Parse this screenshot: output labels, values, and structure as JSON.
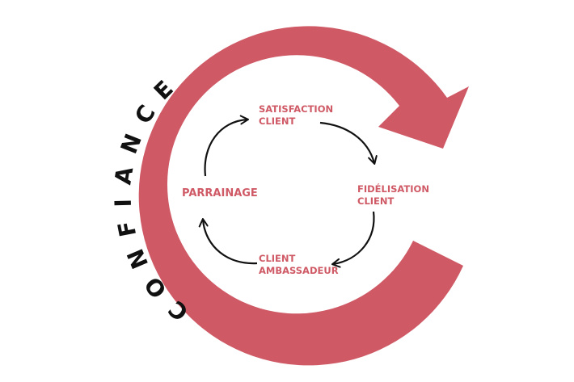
{
  "ring": {
    "word": "CONFIANCE",
    "color": "#cf5a66",
    "text_color": "#111111"
  },
  "nodes": {
    "satisfaction": {
      "line1": "SATISFACTION",
      "line2": "CLIENT"
    },
    "fidelisation": {
      "line1": "FIDÉLISATION",
      "line2": "CLIENT"
    },
    "ambassadeur": {
      "line1": "CLIENT",
      "line2": "AMBASSADEUR"
    },
    "parrainage": {
      "line1": "PARRAINAGE"
    }
  },
  "colors": {
    "label": "#cf5a66",
    "arrow": "#111111"
  }
}
